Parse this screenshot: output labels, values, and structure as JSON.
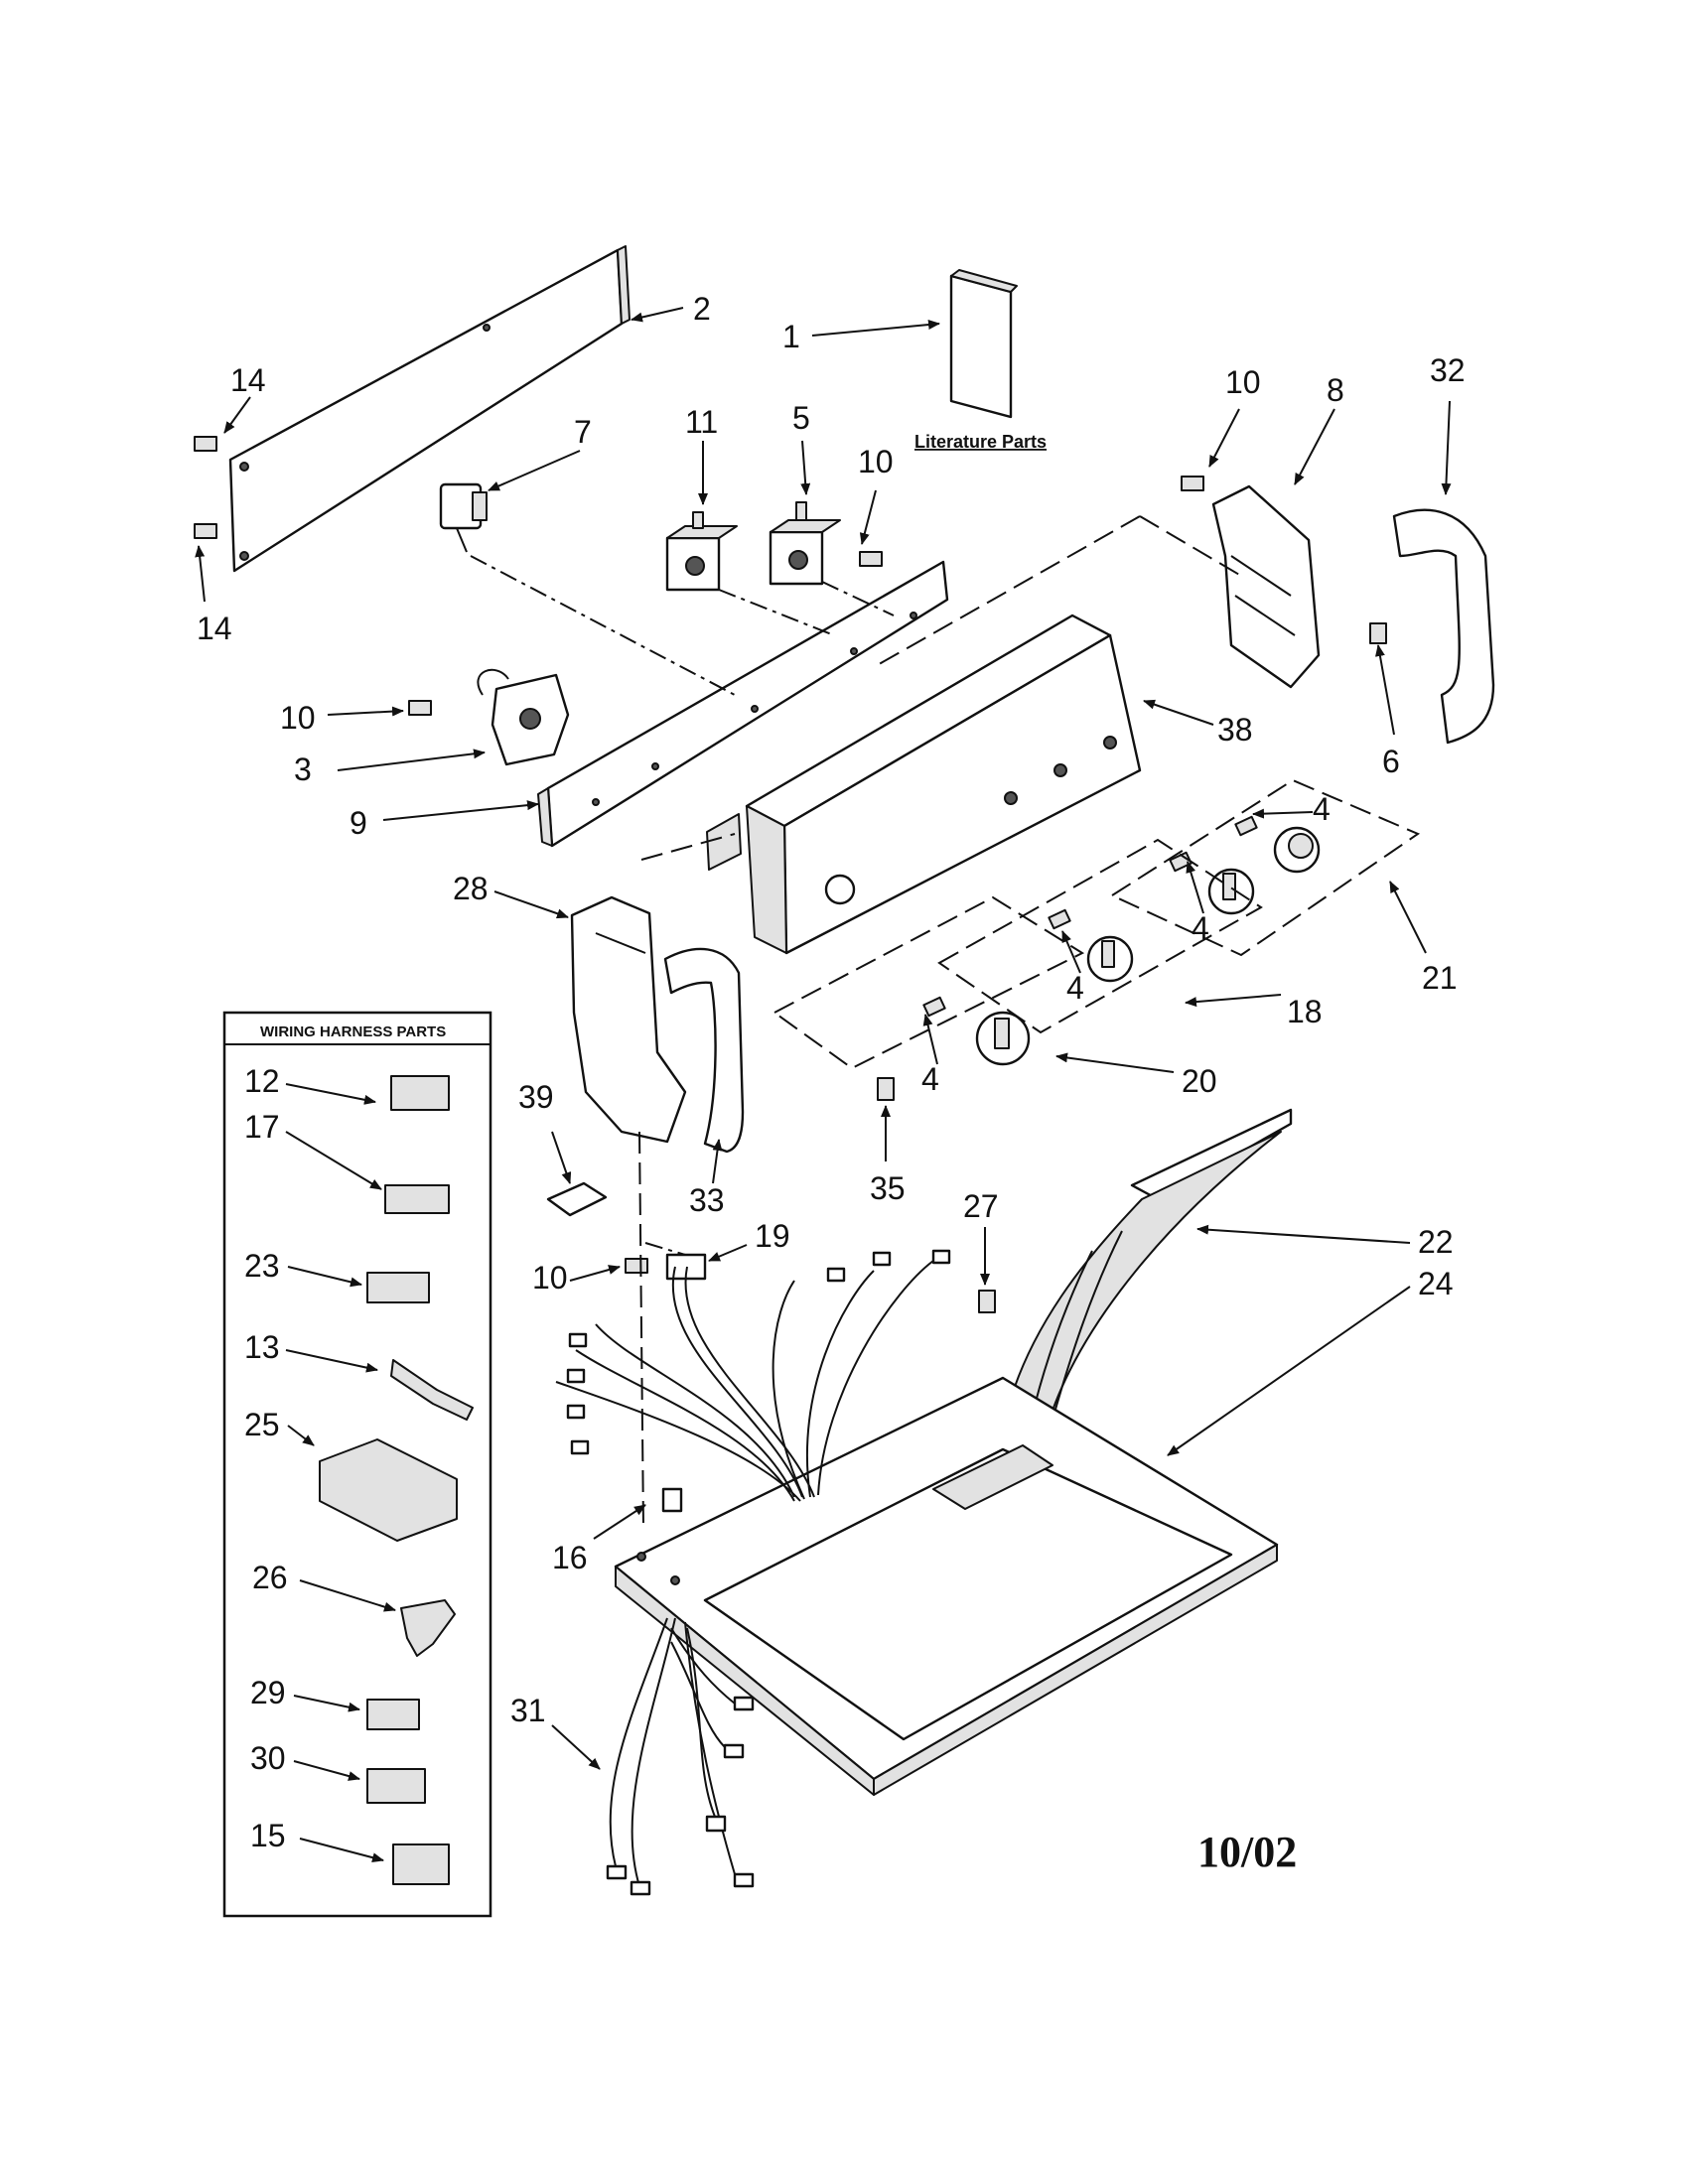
{
  "literature_label": "Literature Parts",
  "wiring_harness_title": "WIRING HARNESS PARTS",
  "date_code": "10/02",
  "callouts": {
    "c1": "1",
    "c2": "2",
    "c3": "3",
    "c4a": "4",
    "c4b": "4",
    "c4c": "4",
    "c4d": "4",
    "c5": "5",
    "c6": "6",
    "c7": "7",
    "c8": "8",
    "c9": "9",
    "c10a": "10",
    "c10b": "10",
    "c10c": "10",
    "c10d": "10",
    "c11": "11",
    "c14a": "14",
    "c14b": "14",
    "c16": "16",
    "c18": "18",
    "c19": "19",
    "c20": "20",
    "c21": "21",
    "c22": "22",
    "c24": "24",
    "c27": "27",
    "c28": "28",
    "c31": "31",
    "c32": "32",
    "c33": "33",
    "c35": "35",
    "c38": "38",
    "c39": "39"
  },
  "harness_items": [
    "12",
    "17",
    "23",
    "13",
    "25",
    "26",
    "29",
    "30",
    "15"
  ]
}
